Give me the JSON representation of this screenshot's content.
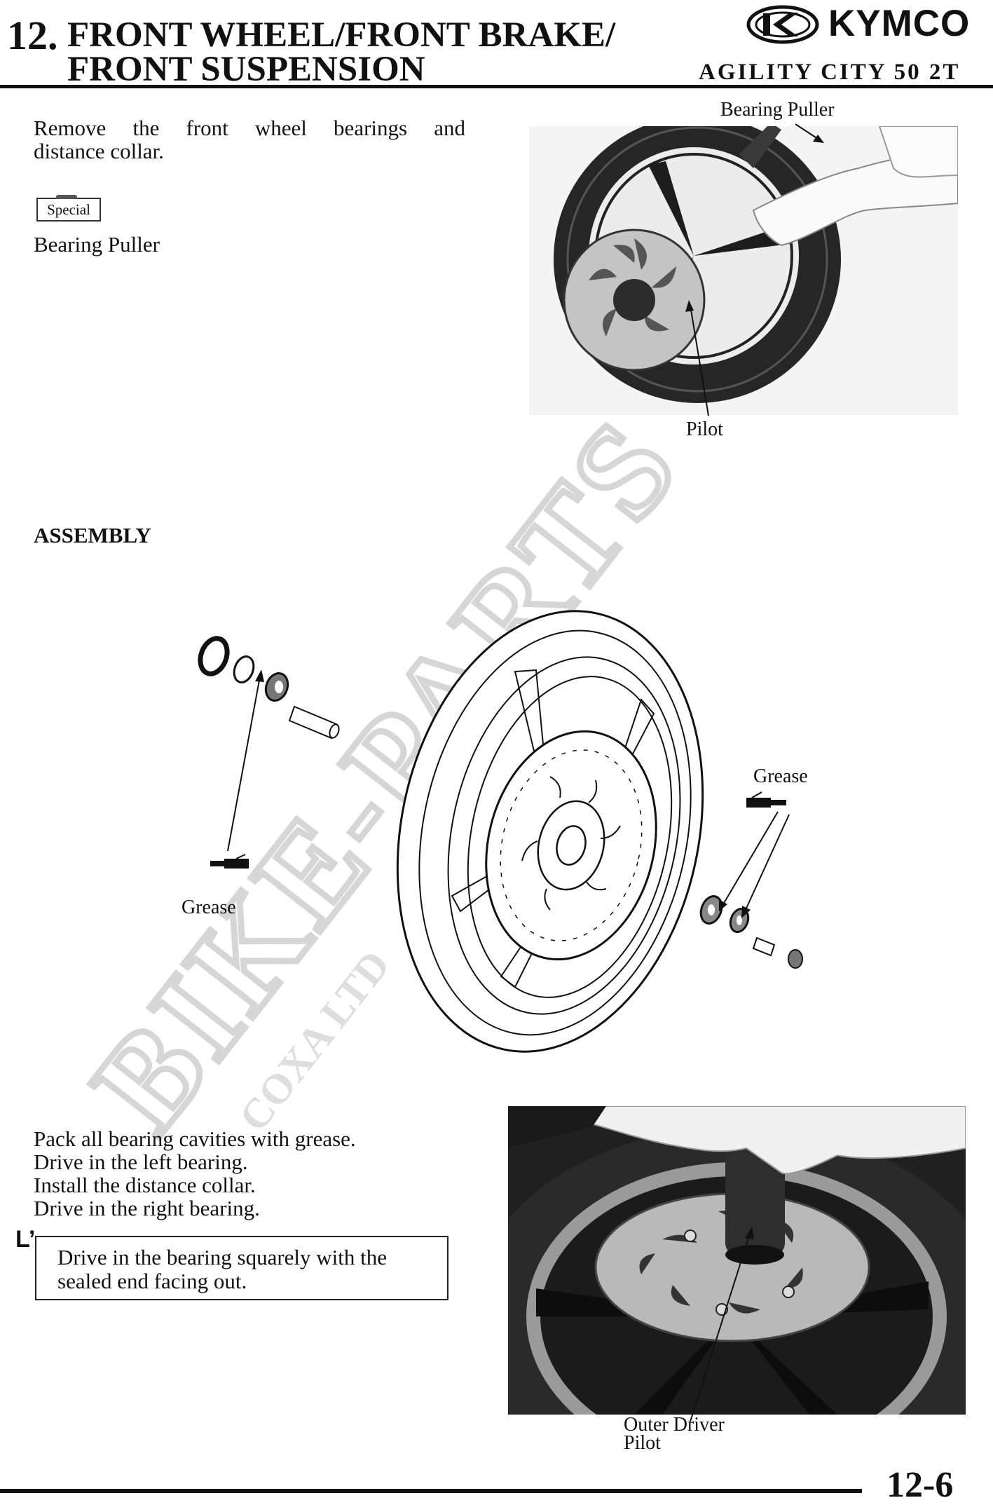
{
  "header": {
    "chapter_number": "12.",
    "chapter_title_line1": "FRONT WHEEL/FRONT BRAKE/",
    "chapter_title_line2": "FRONT SUSPENSION",
    "brand": "KYMCO",
    "model": "AGILITY CITY 50 2T"
  },
  "step_remove": {
    "text_line1": "Remove the front wheel bearings and",
    "text_line2": "distance collar.",
    "tool_badge": "Special",
    "tool_name": "Bearing Puller"
  },
  "figure_top": {
    "label_puller": "Bearing Puller",
    "label_pilot": "Pilot"
  },
  "assembly": {
    "heading": "ASSEMBLY",
    "label_grease_left": "Grease",
    "label_grease_right": "Grease"
  },
  "step_install": {
    "lines": [
      "Pack all bearing cavities with grease.",
      "Drive in the left bearing.",
      "Install the distance collar.",
      "Drive in the right bearing."
    ],
    "note_flag": "L’",
    "note_line1": "Drive in the bearing squarely with the",
    "note_line2": "sealed end facing out."
  },
  "figure_bottom": {
    "label_outer_driver": "Outer Driver",
    "label_pilot": "Pilot"
  },
  "watermark": {
    "main": "BIKE-PARTS",
    "sub": "COXA LTD"
  },
  "footer": {
    "page_number": "12-6"
  },
  "colors": {
    "ink": "#111111",
    "tire": "#1e1e1e",
    "disc": "#b9b9b9",
    "watermark": "#d8d8d8"
  }
}
